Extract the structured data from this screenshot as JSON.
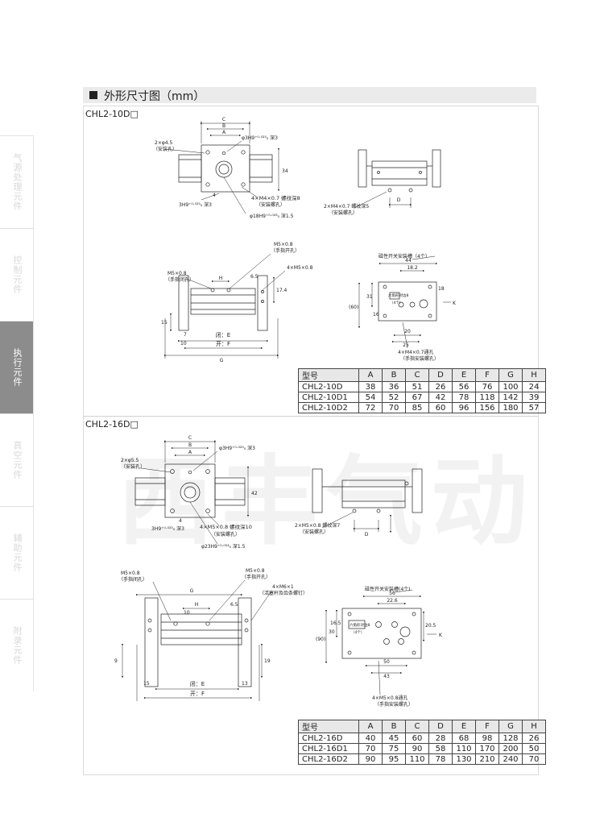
{
  "sidebar": {
    "items": [
      {
        "label": "气源处理元件",
        "active": false
      },
      {
        "label": "控制元件",
        "active": false
      },
      {
        "label": "执行元件",
        "active": true
      },
      {
        "label": "真空元件",
        "active": false
      },
      {
        "label": "辅助元件",
        "active": false
      },
      {
        "label": "附录元件",
        "active": false
      }
    ]
  },
  "section": {
    "title": "外形尺寸图（mm）"
  },
  "watermark": "西丰气动",
  "models": [
    {
      "label": "CHL2-10D□",
      "dims": {
        "c": "C",
        "b": "B",
        "a": "A",
        "hole_mount": "2×φ4.5",
        "hole_mount_note": "（安装孔）",
        "phi3": "φ3H9⁺⁰·⁰²⁵₀ 深3",
        "thread": "4×M4×0.7 螺纹深8",
        "thread_note": "（安装螺孔）",
        "bore": "φ18H9⁺⁰·⁰⁴³₀ 深1.5",
        "pin": "3H9⁺⁰·⁰²⁵₀ 深3",
        "d34": "34",
        "d4": "4",
        "side_thread": "2×M4×0.7 螺纹深5",
        "side_thread_note": "（安装螺孔）",
        "d": "D",
        "m5a": "M5×0.8",
        "m5a_note": "（手指开孔）",
        "m5b": "M5×0.8",
        "m5b_note": "（手指闭孔）",
        "m5c": "4×M5×0.8",
        "h": "H",
        "d65": "6.5",
        "d174": "17.4",
        "d15": "15",
        "d7": "7",
        "d10": "10",
        "close": "闭：E",
        "open": "开：F",
        "g": "G",
        "switch_slot": "磁性开关安装槽（4个）",
        "d44": "44",
        "d182": "18.2",
        "d20": "20",
        "d25": "25",
        "d31": "31",
        "d60": "(60)",
        "d16": "16",
        "d18": "18",
        "k": "K",
        "hex": "六角形对边8",
        "hex_note": "（4个）",
        "through": "4×M4×0.7通孔",
        "through_note": "（手指安装螺孔）"
      },
      "table": {
        "headers": [
          "型号",
          "A",
          "B",
          "C",
          "D",
          "E",
          "F",
          "G",
          "H"
        ],
        "rows": [
          [
            "CHL2-10D",
            "38",
            "36",
            "51",
            "26",
            "56",
            "76",
            "100",
            "24"
          ],
          [
            "CHL2-10D1",
            "54",
            "52",
            "67",
            "42",
            "78",
            "118",
            "142",
            "39"
          ],
          [
            "CHL2-10D2",
            "72",
            "70",
            "85",
            "60",
            "96",
            "156",
            "180",
            "57"
          ]
        ]
      }
    },
    {
      "label": "CHL2-16D□",
      "dims": {
        "c": "C",
        "b": "B",
        "a": "A",
        "hole_mount": "2×φ5.5",
        "hole_mount_note": "（安装孔）",
        "phi3": "φ3H9⁺⁰·⁰²⁵₀ 深3",
        "thread": "4×M5×0.8 螺纹深10",
        "thread_note": "（安装螺孔）",
        "bore": "φ23H9⁺⁰·⁰⁵²₀ 深1.5",
        "pin": "3H9⁺⁰·⁰²⁵₀ 深3",
        "d42": "42",
        "d4": "4",
        "side_thread": "2×M5×0.8 螺纹深7",
        "side_thread_note": "（安装螺孔）",
        "d": "D",
        "m5a": "M5×0.8",
        "m5a_note": "（手指开孔）",
        "m5b": "M5×0.8",
        "m5b_note": "（手指闭孔）",
        "m6": "4×M6×1",
        "m6_note": "（活塞杆及齿条螺钉）",
        "g": "G",
        "h": "H",
        "d65": "6.5",
        "d10": "10",
        "d9": "9",
        "d19": "19",
        "d15": "15",
        "d13": "13",
        "close": "闭：E",
        "open": "开：F",
        "switch_slot": "磁性开关安装槽(4个)",
        "d56": "56",
        "d226": "22.6",
        "d50": "50",
        "d43": "43",
        "d90": "(90)",
        "d30": "30",
        "d165": "16.5",
        "d205": "20.5",
        "k": "K",
        "hex": "六角形对边8",
        "hex_note": "（4个）",
        "through": "4×M5×0.8通孔",
        "through_note": "（手指安装螺孔）"
      },
      "table": {
        "headers": [
          "型号",
          "A",
          "B",
          "C",
          "D",
          "E",
          "F",
          "G",
          "H"
        ],
        "rows": [
          [
            "CHL2-16D",
            "40",
            "45",
            "60",
            "28",
            "68",
            "98",
            "128",
            "26"
          ],
          [
            "CHL2-16D1",
            "70",
            "75",
            "90",
            "58",
            "110",
            "170",
            "200",
            "50"
          ],
          [
            "CHL2-16D2",
            "90",
            "95",
            "110",
            "78",
            "130",
            "210",
            "240",
            "70"
          ]
        ]
      }
    }
  ]
}
